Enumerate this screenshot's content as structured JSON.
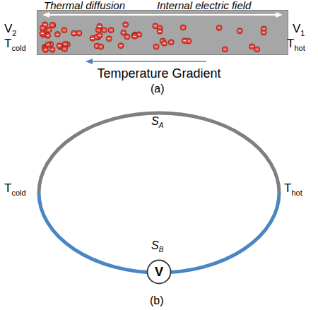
{
  "diagram": {
    "nodes": [
      {
        "text": [
          "Thermal diffusion",
          "Internal electric field"
        ]
      },
      {
        "text": [
          "V"
        ]
      }
    ],
    "labels": [
      "V",
      "2",
      "T",
      "cold",
      "V",
      "1",
      "T",
      "hot",
      "Temperature Gradient",
      "(a)",
      "T",
      "cold",
      "T",
      "hot",
      "S",
      "A",
      "S",
      "B",
      "(b)"
    ]
  }
}
